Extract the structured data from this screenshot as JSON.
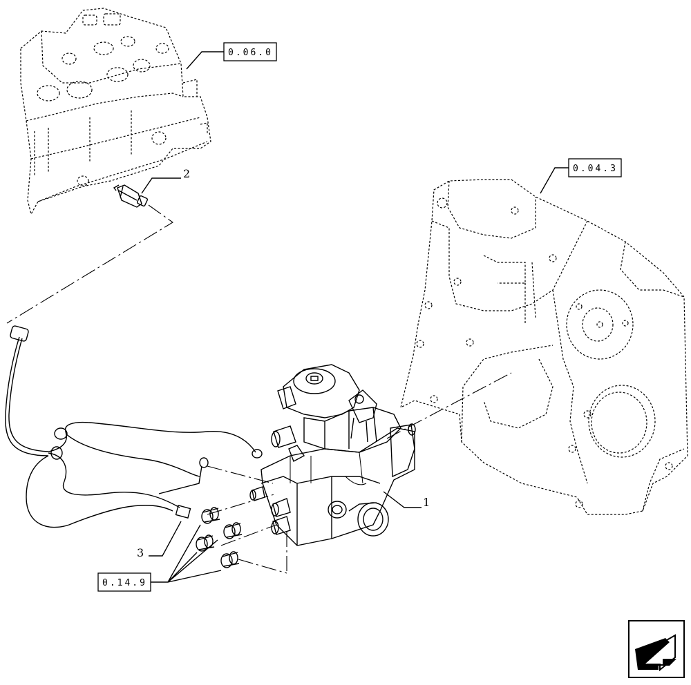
{
  "references": {
    "ref_cylinder_head": "0.06.0",
    "ref_timing_cover": "0.04.3",
    "ref_fittings": "0.14.9"
  },
  "callouts": {
    "item_1": "1",
    "item_2": "2",
    "item_3": "3"
  },
  "navigation": {
    "next_icon": "arrow-next-page-icon"
  }
}
